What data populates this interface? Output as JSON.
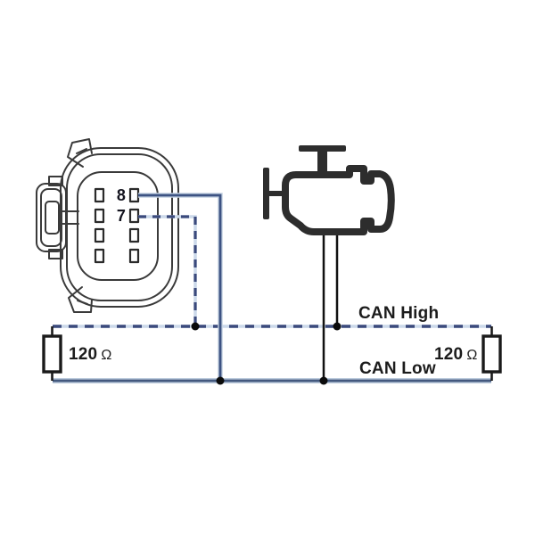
{
  "colors": {
    "background": "#ffffff",
    "line_art": "#2e2e2e",
    "engine_icon": "#2d2d2d",
    "wire_solid_navy": "#3d5383",
    "wire_dash_navy": "#3b4a7c",
    "wire_dash_underlay": "#ccd9ea",
    "can_low_line": "#44597f",
    "text": "#1c1c1c"
  },
  "connector": {
    "pin_top_label": "8",
    "pin_bottom_label": "7"
  },
  "bus": {
    "can_high_label": "CAN High",
    "can_low_label": "CAN Low"
  },
  "resistor_left": {
    "value": "120",
    "unit": "Ω"
  },
  "resistor_right": {
    "value": "120",
    "unit": "Ω"
  }
}
